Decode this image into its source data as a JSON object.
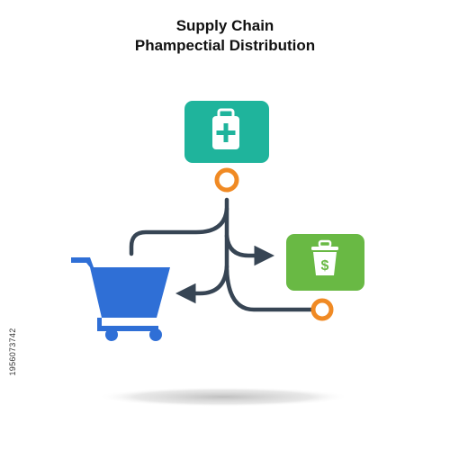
{
  "title": {
    "line1": "Supply Chain",
    "line2": "Phampectial Distribution"
  },
  "icons": {
    "medical_box": "medical-kit-icon",
    "cash_box": "dollar-bin-icon",
    "cart": "shopping-cart-icon"
  },
  "cash_symbol": "$",
  "colors": {
    "teal": "#1fb49c",
    "green": "#69b944",
    "blue": "#2f6fd6",
    "orange": "#f08a24",
    "line": "#374554",
    "shadow": "#cfcfcf"
  },
  "side_id": "1956073742"
}
